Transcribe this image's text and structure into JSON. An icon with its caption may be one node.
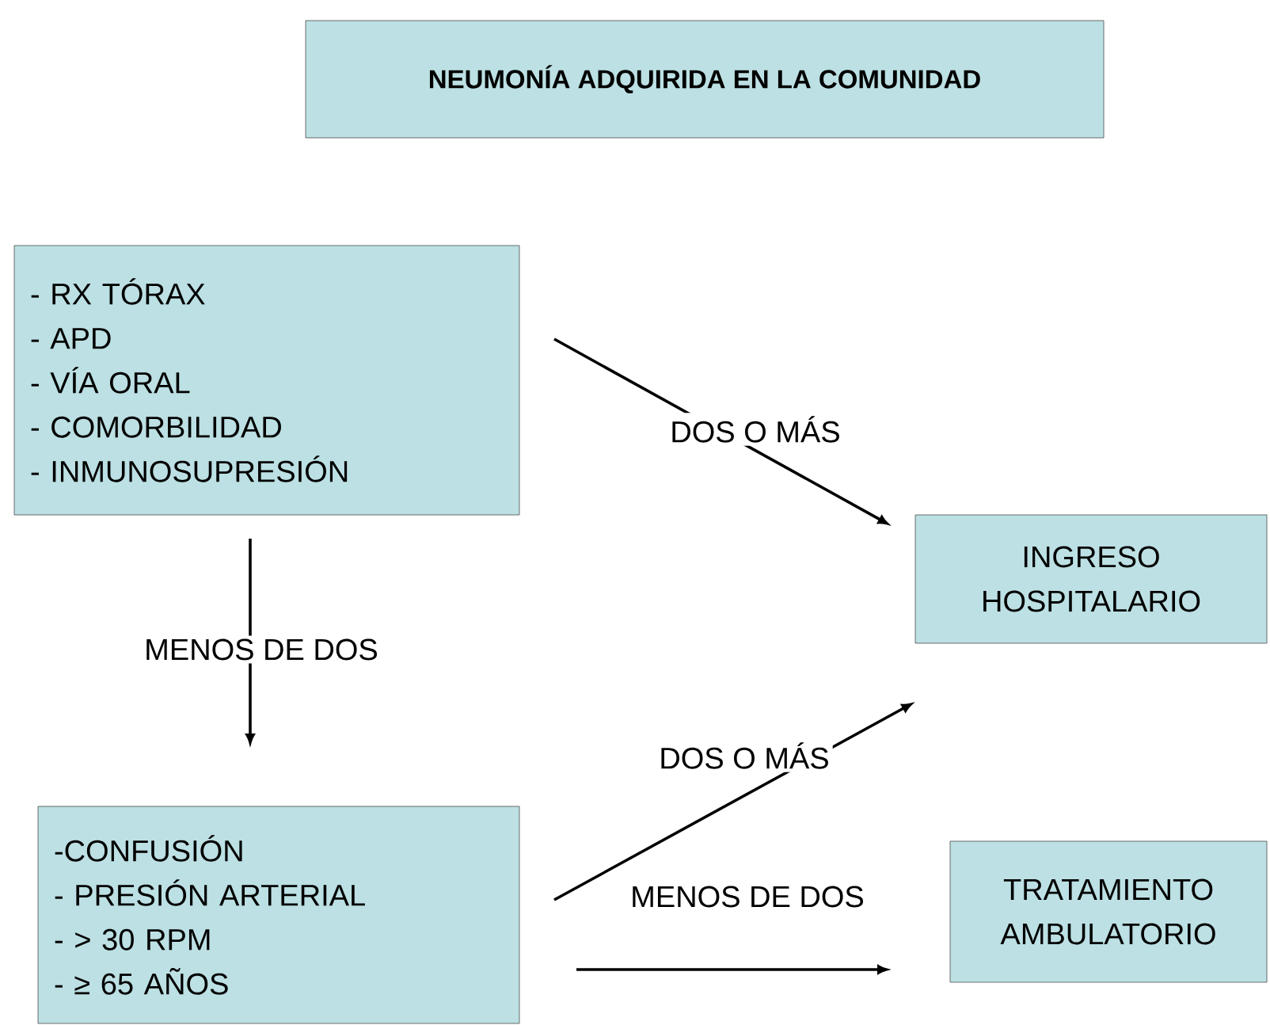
{
  "diagram": {
    "title": "NEUMONÍA ADQUIRIDA EN LA COMUNIDAD",
    "nodes": [
      {
        "text": [
          "- RX TÓRAX",
          "- APD",
          "- VÍA ORAL",
          "- COMORBILIDAD",
          "- INMUNOSUPRESIÓN"
        ]
      },
      {
        "text": [
          "INGRESO HOSPITALARIO"
        ]
      },
      {
        "text": [
          "-CONFUSIÓN",
          "- PRESIÓN ARTERIAL",
          "- > 30 RPM",
          "- ≥ 65 AÑOS"
        ]
      },
      {
        "text": [
          "TRATAMIENTO AMBULATORIO"
        ]
      }
    ],
    "edges": [
      {
        "from": 0,
        "to": 1,
        "arrow": "to",
        "label": "DOS O MÁS"
      },
      {
        "from": 0,
        "to": 2,
        "arrow": "to",
        "label": "MENOS DE DOS"
      },
      {
        "from": 2,
        "to": 1,
        "arrow": "to",
        "label": "DOS O MÁS"
      },
      {
        "from": 2,
        "to": 3,
        "arrow": "to",
        "label": "MENOS DE DOS"
      }
    ]
  }
}
